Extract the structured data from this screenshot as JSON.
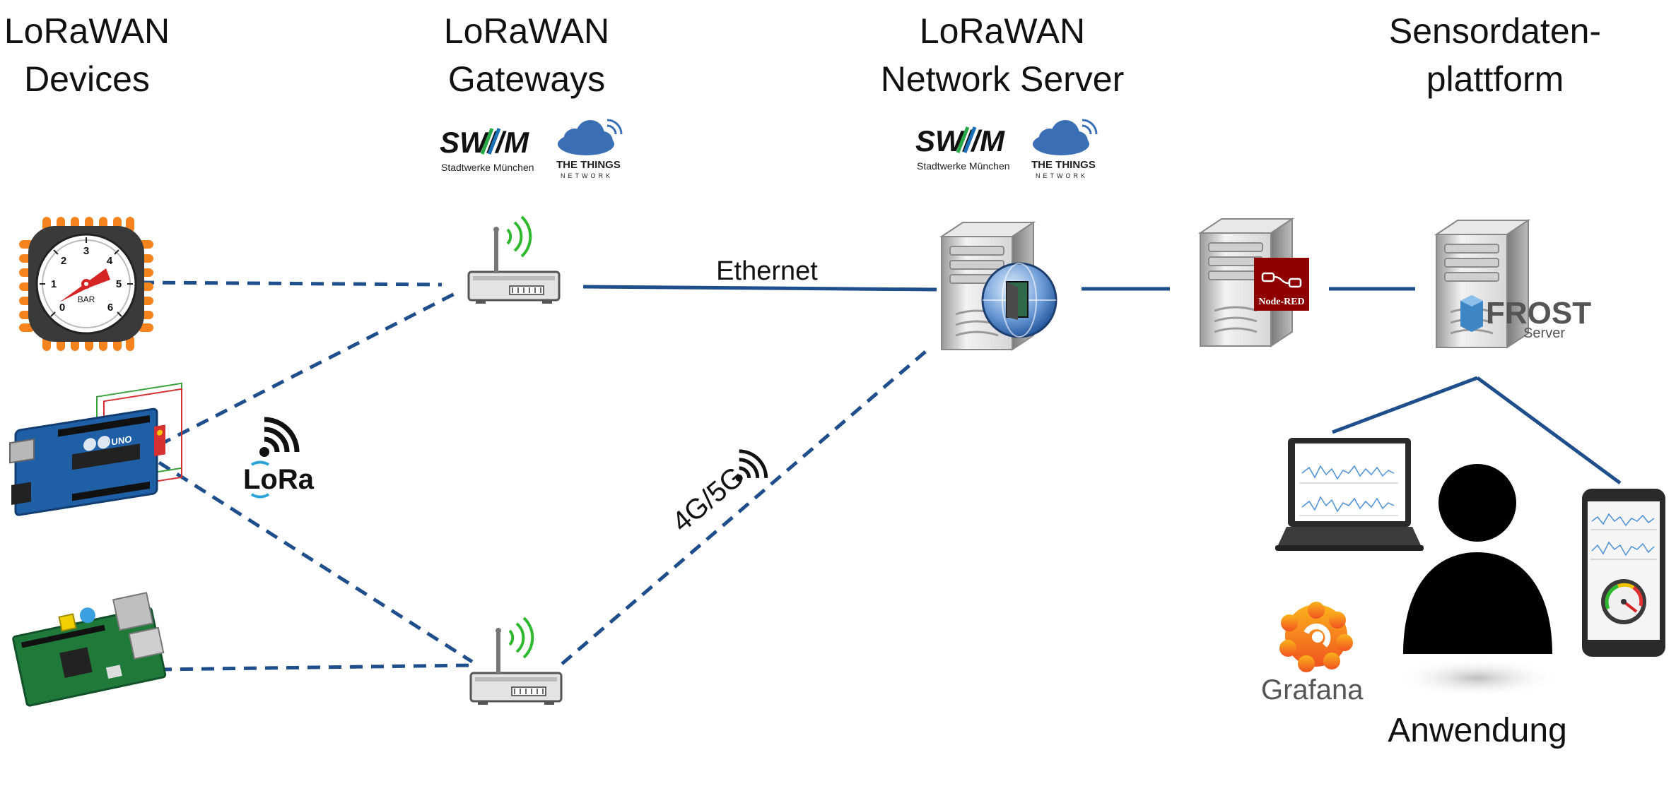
{
  "columns": {
    "devices": {
      "line1": "LoRaWAN",
      "line2": "Devices"
    },
    "gateways": {
      "line1": "LoRaWAN",
      "line2": "Gateways"
    },
    "network_server": {
      "line1": "LoRaWAN",
      "line2": "Network Server"
    },
    "platform": {
      "line1": "Sensordaten-",
      "line2": "plattform"
    }
  },
  "logos": {
    "swm_text": "SW//M",
    "swm_subtitle": "Stadtwerke München",
    "ttn_line1": "THE THINGS",
    "ttn_line2": "NETWORK",
    "lora": "LoRa",
    "node_red": "Node-RED",
    "frost": "FROST",
    "frost_sub": "Server",
    "grafana": "Grafana"
  },
  "links": {
    "ethernet": "Ethernet",
    "cellular": "4G/5G"
  },
  "gauge": {
    "unit": "BAR",
    "ticks": [
      "0",
      "1",
      "2",
      "3",
      "4",
      "5",
      "6"
    ]
  },
  "arduino": {
    "label": "UNO"
  },
  "application": {
    "label": "Anwendung"
  },
  "colors": {
    "link_blue": "#1f4e8c",
    "wifi_green": "#2eb82e",
    "swm_green": "#2aa848",
    "swm_blue": "#1a6fb5",
    "ttn_blue": "#3a6eb5",
    "node_red": "#8f0000",
    "frost_blue": "#3d86c6",
    "grafana_orange": "#f68b1f"
  }
}
